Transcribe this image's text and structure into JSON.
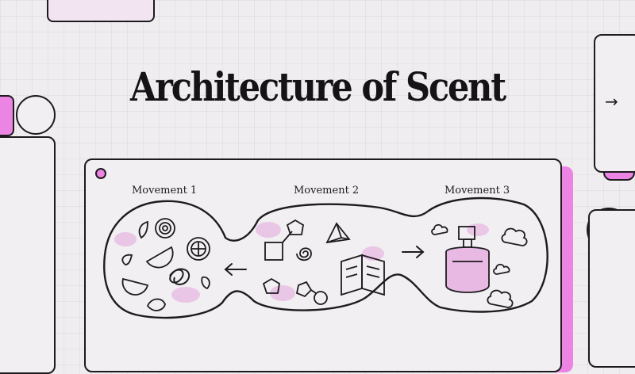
{
  "slide": {
    "title": "Architecture of Scent",
    "next_icon": "arrow-right-icon",
    "next_glyph": "→"
  },
  "diagram": {
    "movements": [
      {
        "label": "Movement 1",
        "icons": [
          "flower-icon",
          "leaf-icon",
          "citrus-slice-icon",
          "orange-wedge-icon",
          "scribble-icon",
          "bud-icon"
        ]
      },
      {
        "label": "Movement 2",
        "icons": [
          "molecule-icon",
          "spiral-icon",
          "pyramid-icon",
          "pentagon-icon",
          "open-book-icon",
          "compound-icon"
        ]
      },
      {
        "label": "Movement 3",
        "icons": [
          "perfume-bottle-icon",
          "cloud-icon"
        ]
      }
    ],
    "arrows": [
      "arrow-left-icon",
      "arrow-right-icon"
    ],
    "accent_color": "#ec84e4",
    "fill_color": "#e7b9e3",
    "ink_color": "#1d1b1e"
  }
}
